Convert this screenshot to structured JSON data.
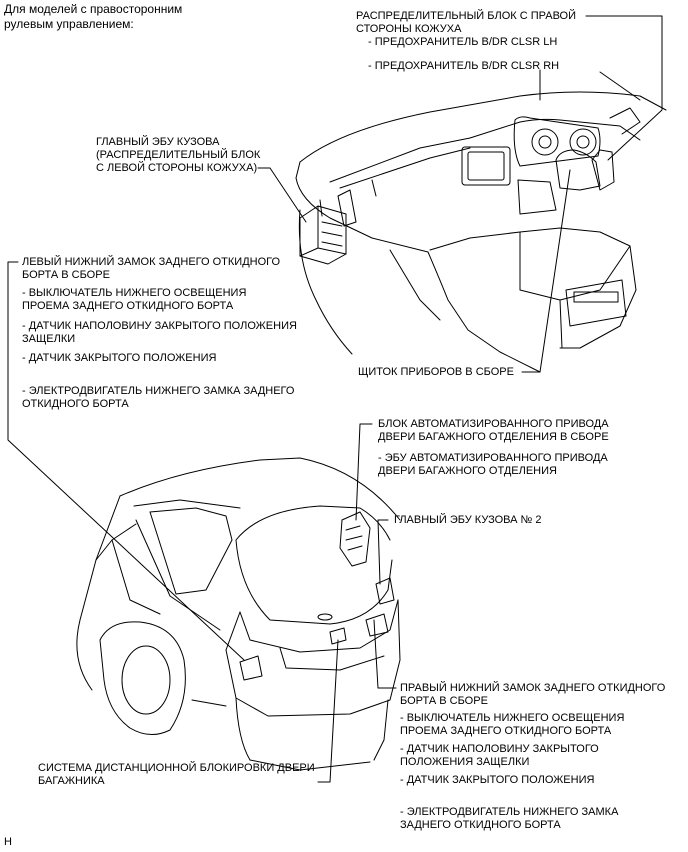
{
  "header": {
    "line1": "Для моделей с правосторонним",
    "line2": "рулевым управлением:"
  },
  "labels": {
    "dist_block_rh": {
      "title1": "РАСПРЕДЕЛИТЕЛЬНЫЙ БЛОК С ПРАВОЙ",
      "title2": "СТОРОНЫ КОЖУХА",
      "items": [
        "- ПРЕДОХРАНИТЕЛЬ B/DR CLSR LH",
        "- ПРЕДОХРАНИТЕЛЬ B/DR CLSR RH"
      ]
    },
    "main_body_ecu": {
      "lines": [
        "ГЛАВНЫЙ ЭБУ КУЗОВА",
        "(РАСПРЕДЕЛИТЕЛЬНЫЙ БЛОК",
        "С ЛЕВОЙ СТОРОНЫ КОЖУХА)"
      ]
    },
    "left_lock": {
      "title1": "ЛЕВЫЙ НИЖНИЙ ЗАМОК ЗАДНЕГО ОТКИДНОГО",
      "title2": "БОРТА В СБОРЕ",
      "items": [
        "- ВЫКЛЮЧАТЕЛЬ НИЖНЕГО ОСВЕЩЕНИЯ\nПРОЕМА ЗАДНЕГО ОТКИДНОГО БОРТА",
        "- ДАТЧИК НАПОЛОВИНУ ЗАКРЫТОГО ПОЛОЖЕНИЯ\nЗАЩЕЛКИ",
        "- ДАТЧИК ЗАКРЫТОГО ПОЛОЖЕНИЯ",
        "- ЭЛЕКТРОДВИГАТЕЛЬ НИЖНЕГО ЗАМКА ЗАДНЕГО\nОТКИДНОГО БОРТА"
      ]
    },
    "combination_meter": "ЩИТОК ПРИБОРОВ В СБОРЕ",
    "power_back_door": {
      "title1": "БЛОК АВТОМАТИЗИРОВАННОГО ПРИВОДА",
      "title2": "ДВЕРИ БАГАЖНОГО ОТДЕЛЕНИЯ В СБОРЕ",
      "items": [
        "- ЭБУ АВТОМАТИЗИРОВАННОГО ПРИВОДА\nДВЕРИ БАГАЖНОГО ОТДЕЛЕНИЯ"
      ]
    },
    "main_body_ecu_2": "ГЛАВНЫЙ ЭБУ КУЗОВА № 2",
    "right_lock": {
      "title1": "ПРАВЫЙ НИЖНИЙ ЗАМОК ЗАДНЕГО ОТКИДНОГО",
      "title2": "БОРТА В СБОРЕ",
      "items": [
        "- ВЫКЛЮЧАТЕЛЬ НИЖНЕГО ОСВЕЩЕНИЯ\nПРОЕМА ЗАДНЕГО ОТКИДНОГО БОРТА",
        "- ДАТЧИК НАПОЛОВИНУ ЗАКРЫТОГО\nПОЛОЖЕНИЯ ЗАЩЕЛКИ",
        "- ДАТЧИК ЗАКРЫТОГО ПОЛОЖЕНИЯ",
        "- ЭЛЕКТРОДВИГАТЕЛЬ НИЖНЕГО ЗАМКА\nЗАДНЕГО ОТКИДНОГО БОРТА"
      ]
    },
    "remote_lock": {
      "line1": "СИСТЕМА ДИСТАНЦИОННОЙ БЛОКИРОВКИ ДВЕРИ",
      "line2": "БАГАЖНИКА"
    }
  },
  "footer_code": "H"
}
